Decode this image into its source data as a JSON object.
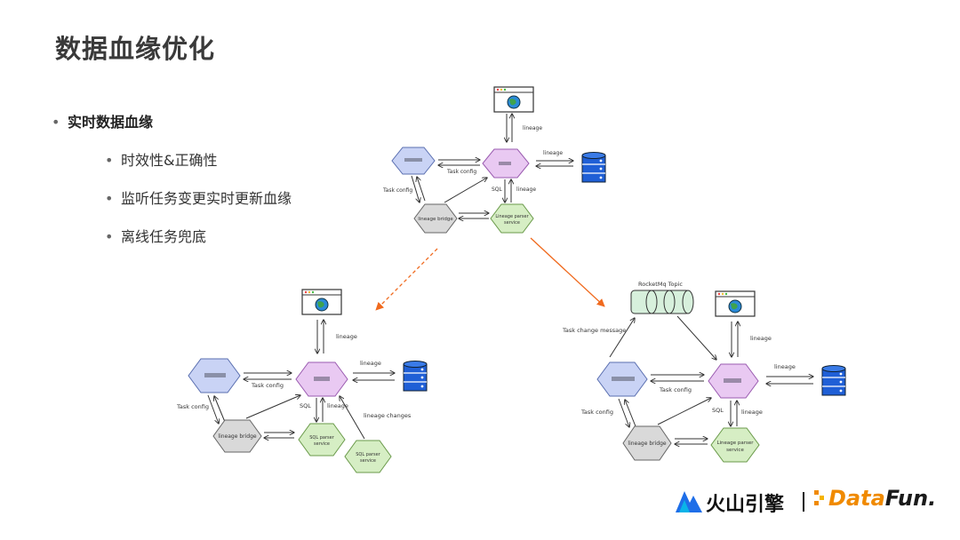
{
  "title": "数据血缘优化",
  "bullets": {
    "main": "实时数据血缘",
    "sub": [
      "时效性&正确性",
      "监听任务变更实时更新血缘",
      "离线任务兜底"
    ]
  },
  "diagram": {
    "top": {
      "lineage_top": "lineage",
      "lineage_right": "lineage",
      "task_config_mid": "Task config",
      "task_config_left": "Task config",
      "sql": "SQL",
      "lineage_down": "lineage",
      "lineage_bridge": "lineage bridge",
      "parser_line1": "Lineage parser",
      "parser_line2": "service"
    },
    "left": {
      "lineage_top": "lineage",
      "lineage_right": "lineage",
      "task_config_mid": "Task config",
      "task_config_left": "Task config",
      "sql": "SQL",
      "lineage_down": "lineage",
      "lineage_changes": "lineage changes",
      "lineage_bridge": "lineage bridge",
      "sql_parser1_line1": "SQL parser",
      "sql_parser1_line2": "service",
      "sql_parser2_line1": "SQL parser",
      "sql_parser2_line2": "service"
    },
    "right": {
      "rocketmq": "RocketMq Topic",
      "task_change": "Task change message",
      "lineage_top": "lineage",
      "lineage_right": "lineage",
      "task_config_mid": "Task config",
      "task_config_left": "Task config",
      "sql": "SQL",
      "lineage_down": "lineage",
      "lineage_bridge": "lineage bridge",
      "parser_line1": "Lineage parser",
      "parser_line2": "service"
    }
  },
  "footer": {
    "brand1": "火山引擎",
    "brand2_a": "Data",
    "brand2_b": "Fun."
  },
  "colors": {
    "hex_blue": "#c9d3f5",
    "hex_purple": "#e9c9f2",
    "hex_gray": "#d9d9d9",
    "hex_green": "#d6eec4",
    "db_blue": "#1f5fd6",
    "arrow_orange": "#f06a1e",
    "mq_green": "#d7f0dc"
  }
}
